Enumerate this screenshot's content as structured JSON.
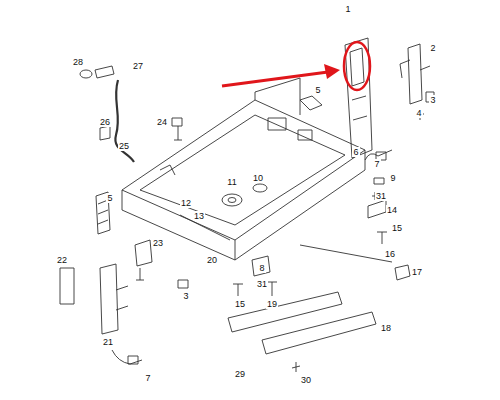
{
  "diagram": {
    "labels": [
      "1",
      "28",
      "2",
      "27",
      "5",
      "3",
      "4",
      "26",
      "24",
      "25",
      "6",
      "7",
      "10",
      "11",
      "9",
      "5",
      "31",
      "12",
      "13",
      "14",
      "15",
      "23",
      "20",
      "22",
      "16",
      "8",
      "17",
      "31",
      "3",
      "19",
      "15",
      "18",
      "21",
      "29",
      "30",
      "7"
    ]
  }
}
